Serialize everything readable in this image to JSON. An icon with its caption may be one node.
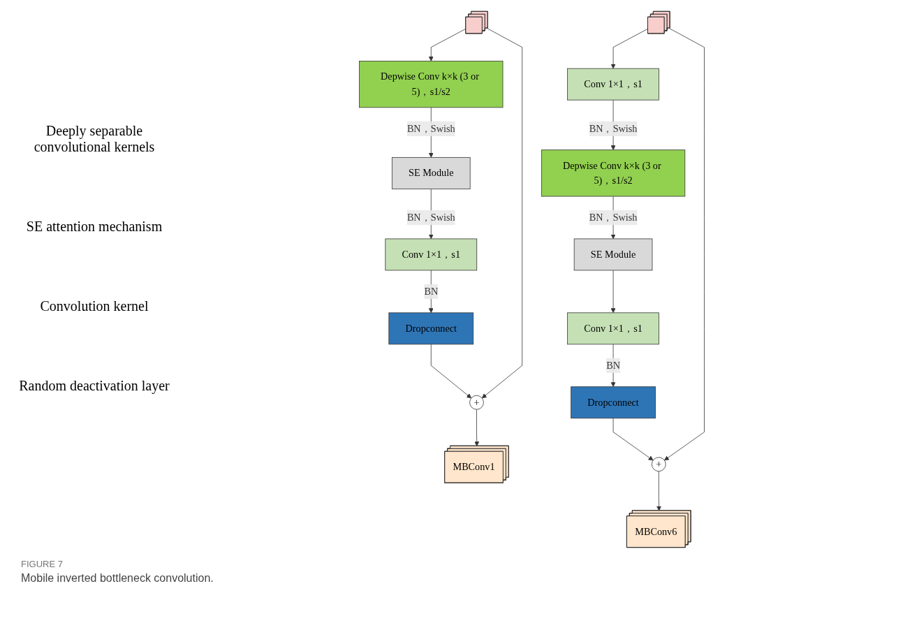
{
  "diagram": {
    "caption": "Mobile inverted bottleneck convolution.",
    "nodes": [
      {
        "text": [],
        "shape": "box"
      },
      {
        "text": [
          "Depwise Conv k×k (3 or 5)，s1/s2"
        ]
      },
      {
        "text": [
          "SE Module"
        ]
      },
      {
        "text": [
          "Conv 1×1，s1"
        ]
      },
      {
        "text": [
          "Dropconnect"
        ]
      },
      {
        "text": [
          "+"
        ]
      },
      {
        "text": [
          "MBConv1"
        ]
      },
      {
        "text": [],
        "shape": "box"
      },
      {
        "text": [
          "Conv 1×1，s1"
        ]
      },
      {
        "text": [
          "Depwise Conv k×k (3 or 5)，s1/s2"
        ]
      },
      {
        "text": [
          "SE Module"
        ]
      },
      {
        "text": [
          "Conv 1×1，s1"
        ]
      },
      {
        "text": [
          "Dropconnect"
        ]
      },
      {
        "text": [
          "+"
        ]
      },
      {
        "text": [
          "MBConv6"
        ]
      }
    ],
    "edges": [
      {
        "from": 0,
        "to": 1,
        "arrow": "to"
      },
      {
        "from": 1,
        "to": 2,
        "label": "BN，Swish",
        "arrow": "to"
      },
      {
        "from": 2,
        "to": 3,
        "label": "BN，Swish",
        "arrow": "to"
      },
      {
        "from": 3,
        "to": 4,
        "label": "BN",
        "arrow": "to"
      },
      {
        "from": 4,
        "to": 5,
        "arrow": "to"
      },
      {
        "from": 5,
        "to": 6,
        "arrow": "to"
      },
      {
        "from": 0,
        "to": 5,
        "arrow": "to"
      },
      {
        "from": 7,
        "to": 8,
        "arrow": "to"
      },
      {
        "from": 8,
        "to": 9,
        "label": "BN，Swish",
        "arrow": "to"
      },
      {
        "from": 9,
        "to": 10,
        "label": "BN，Swish",
        "arrow": "to"
      },
      {
        "from": 10,
        "to": 11,
        "arrow": "to"
      },
      {
        "from": 11,
        "to": 12,
        "label": "BN",
        "arrow": "to"
      },
      {
        "from": 12,
        "to": 13,
        "arrow": "to"
      },
      {
        "from": 13,
        "to": 14,
        "arrow": "to"
      },
      {
        "from": 7,
        "to": 13,
        "arrow": "to"
      }
    ],
    "labels": [
      "Deeply separable convolutional kernels",
      "SE attention mechanism",
      "Convolution kernel",
      "Random deactivation layer",
      "FIGURE 7"
    ]
  }
}
